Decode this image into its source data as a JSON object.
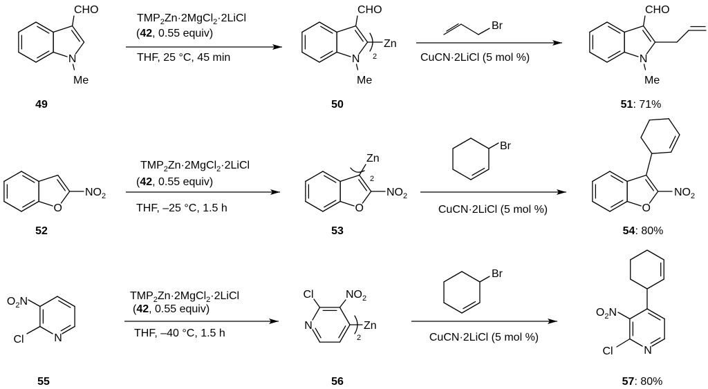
{
  "scheme": {
    "separator": ": ",
    "rows": [
      {
        "substrate": {
          "label": "49",
          "atoms": {
            "cho": "CHO",
            "n": "N",
            "me": "Me"
          }
        },
        "metalation": {
          "reagent": [
            "TMP",
            "2",
            "Zn·2MgCl",
            "2",
            "·2LiCl"
          ],
          "equiv": [
            "(",
            "42",
            ", 0.55 equiv)"
          ],
          "conditions": "THF, 25 °C, 45 min"
        },
        "intermediate": {
          "label": "50",
          "atoms": {
            "cho": "CHO",
            "n": "N",
            "me": "Me",
            "zn": "Zn",
            "count": "2"
          }
        },
        "coupling": {
          "electrophile": {
            "br": "Br"
          },
          "catalyst": "CuCN·2LiCl (5 mol %)"
        },
        "product": {
          "label": "51",
          "yield": "71%",
          "atoms": {
            "cho": "CHO",
            "n": "N",
            "me": "Me"
          }
        }
      },
      {
        "substrate": {
          "label": "52",
          "atoms": {
            "o": "O",
            "no2": [
              "NO",
              "2"
            ]
          }
        },
        "metalation": {
          "reagent": [
            "TMP",
            "2",
            "Zn·2MgCl",
            "2",
            "·2LiCl"
          ],
          "equiv": [
            "(",
            "42",
            ", 0.55 equiv)"
          ],
          "conditions": "THF, –25 °C, 1.5 h"
        },
        "intermediate": {
          "label": "53",
          "atoms": {
            "o": "O",
            "no2": [
              "NO",
              "2"
            ],
            "zn": "Zn",
            "count": "2"
          }
        },
        "coupling": {
          "electrophile": {
            "br": "Br"
          },
          "catalyst": "CuCN·2LiCl (5 mol %)"
        },
        "product": {
          "label": "54",
          "yield": "80%",
          "atoms": {
            "o": "O",
            "no2": [
              "NO",
              "2"
            ]
          }
        }
      },
      {
        "substrate": {
          "label": "55",
          "atoms": {
            "o2n": [
              "O",
              "2",
              "N"
            ],
            "cl": "Cl",
            "n": "N"
          }
        },
        "metalation": {
          "reagent": [
            "TMP",
            "2",
            "Zn·2MgCl",
            "2",
            "·2LiCl"
          ],
          "equiv": [
            "(",
            "42",
            ", 0.55 equiv)"
          ],
          "conditions": "THF, –40 °C, 1.5 h"
        },
        "intermediate": {
          "label": "56",
          "atoms": {
            "cl": "Cl",
            "no2": [
              "NO",
              "2"
            ],
            "n": "N",
            "zn": "Zn",
            "count": "2"
          }
        },
        "coupling": {
          "electrophile": {
            "br": "Br"
          },
          "catalyst": "CuCN·2LiCl (5 mol %)"
        },
        "product": {
          "label": "57",
          "yield": "80%",
          "atoms": {
            "o2n": [
              "O",
              "2",
              "N"
            ],
            "cl": "Cl",
            "n": "N"
          }
        }
      }
    ]
  }
}
